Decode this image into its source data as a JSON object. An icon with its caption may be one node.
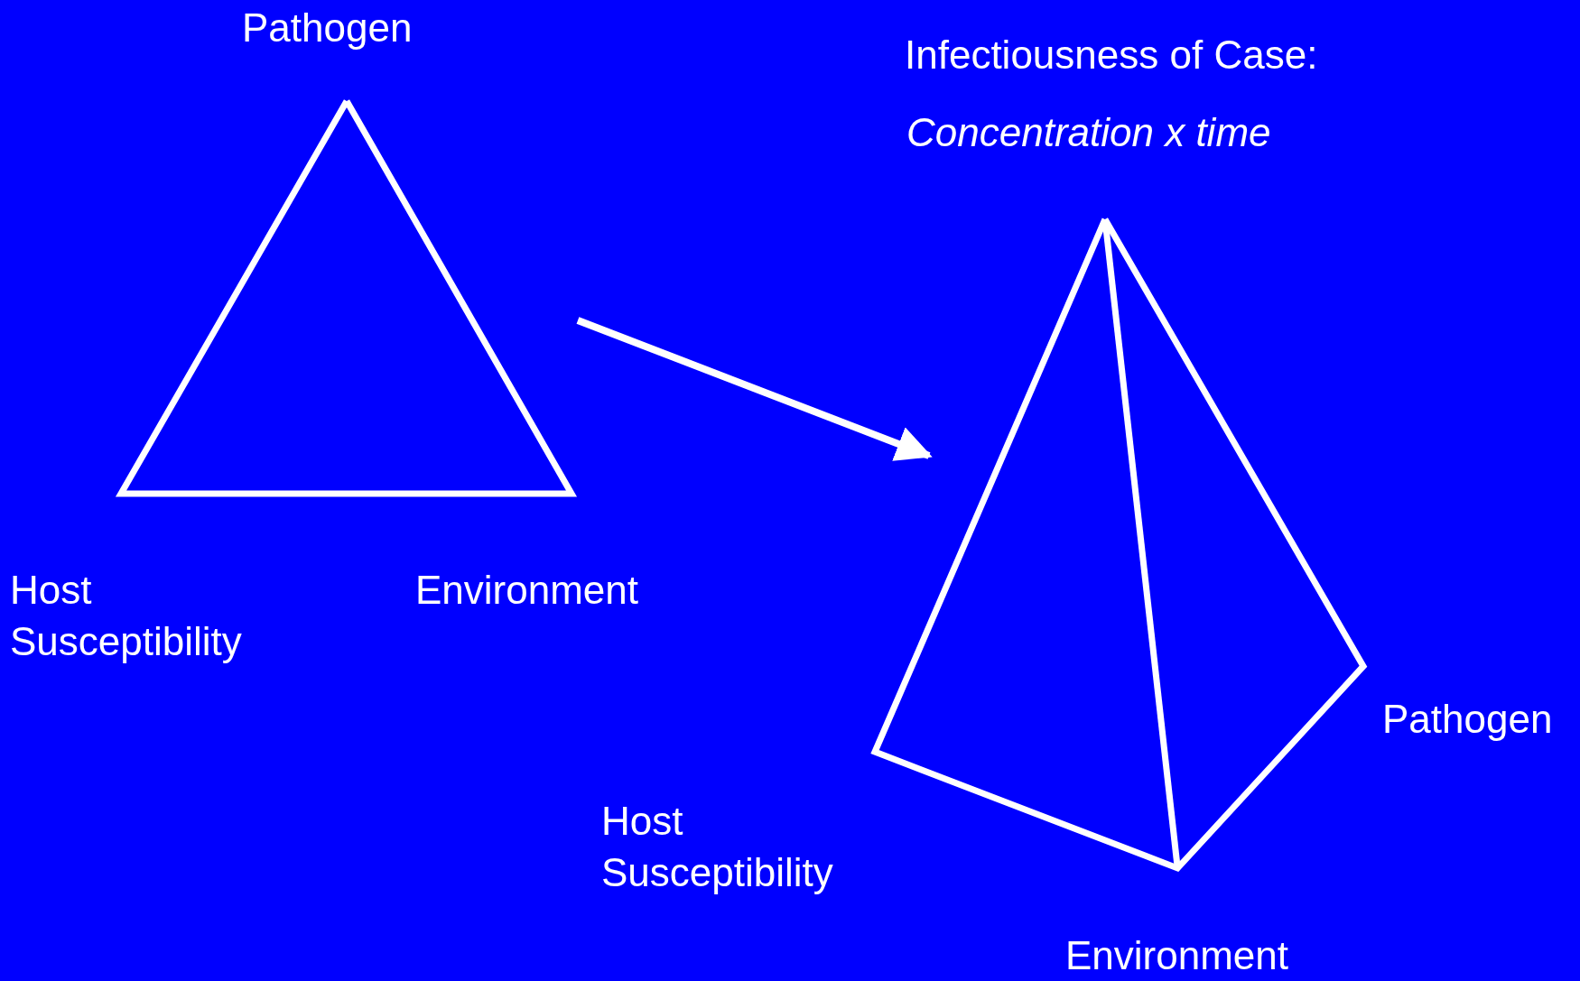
{
  "diagram": {
    "nodes": [
      {
        "text": [],
        "shape": "triangle"
      },
      {
        "text": [],
        "shape": "pyramid"
      }
    ],
    "edges": [
      {
        "from": 0,
        "to": 1,
        "arrow": "to"
      }
    ],
    "labels": [
      "Pathogen",
      "Infectiousness of Case:",
      "Concentration x time",
      "Host Susceptibility",
      "Environment",
      "Pathogen",
      "Host Susceptibility",
      "Environment"
    ]
  }
}
